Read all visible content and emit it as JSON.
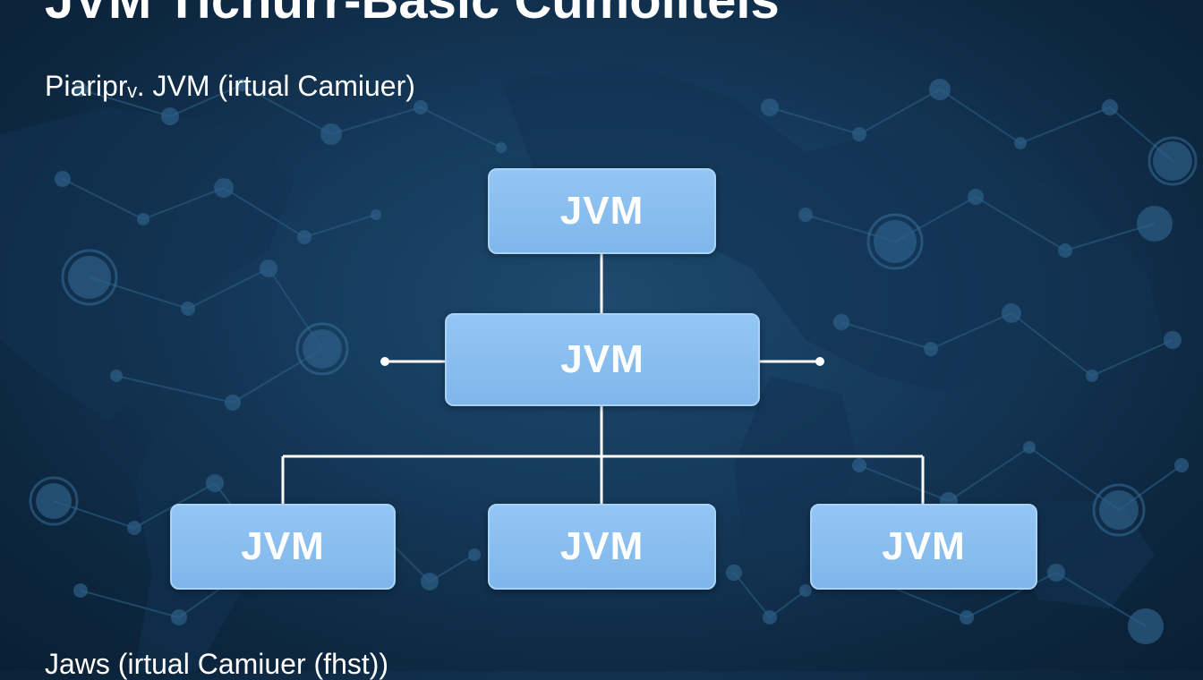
{
  "header": {
    "title": "JVM Tichurr-Basic Cumoliteis",
    "subtitle": "Piariprᵥ. JVM (irtual Camiuer)"
  },
  "diagram": {
    "nodes": {
      "top": "JVM",
      "middle": "JVM",
      "bottom_left": "JVM",
      "bottom_center": "JVM",
      "bottom_right": "JVM"
    }
  },
  "footer": {
    "text": "Jaws (irtual Camiuer (fhst))"
  },
  "colors": {
    "background": "#15395a",
    "node_fill": "#88bdef",
    "connector": "#ffffff",
    "network_line": "#2a5a80"
  }
}
